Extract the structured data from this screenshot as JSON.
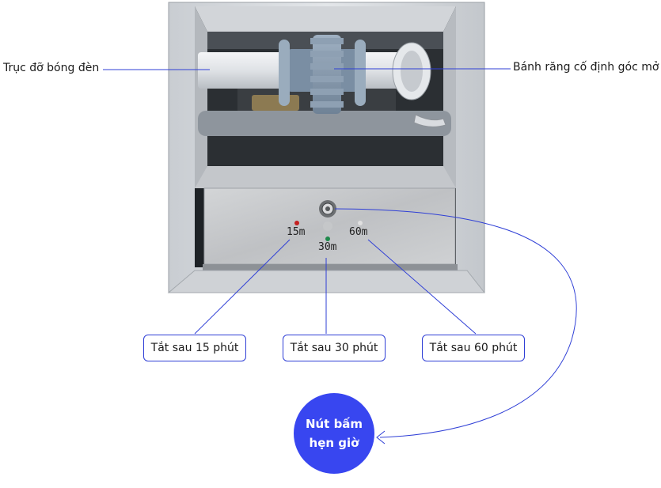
{
  "callouts": {
    "bulb_holder": "Trục đỡ bóng đèn",
    "gear": "Bánh răng cố định góc mở",
    "off_15": "Tắt sau 15 phút",
    "off_30": "Tắt sau 30 phút",
    "off_60": "Tắt sau 60 phút"
  },
  "panel": {
    "label_15": "15m",
    "label_30": "30m",
    "label_60": "60m"
  },
  "timer_button": {
    "line1": "Nút bấm",
    "line2": "hẹn giờ"
  },
  "colors": {
    "accent": "#3846f0",
    "line": "#2f3fd6",
    "led_15": "#c42020",
    "led_30": "#1f8a4c",
    "led_60": "#d8d8d8"
  }
}
